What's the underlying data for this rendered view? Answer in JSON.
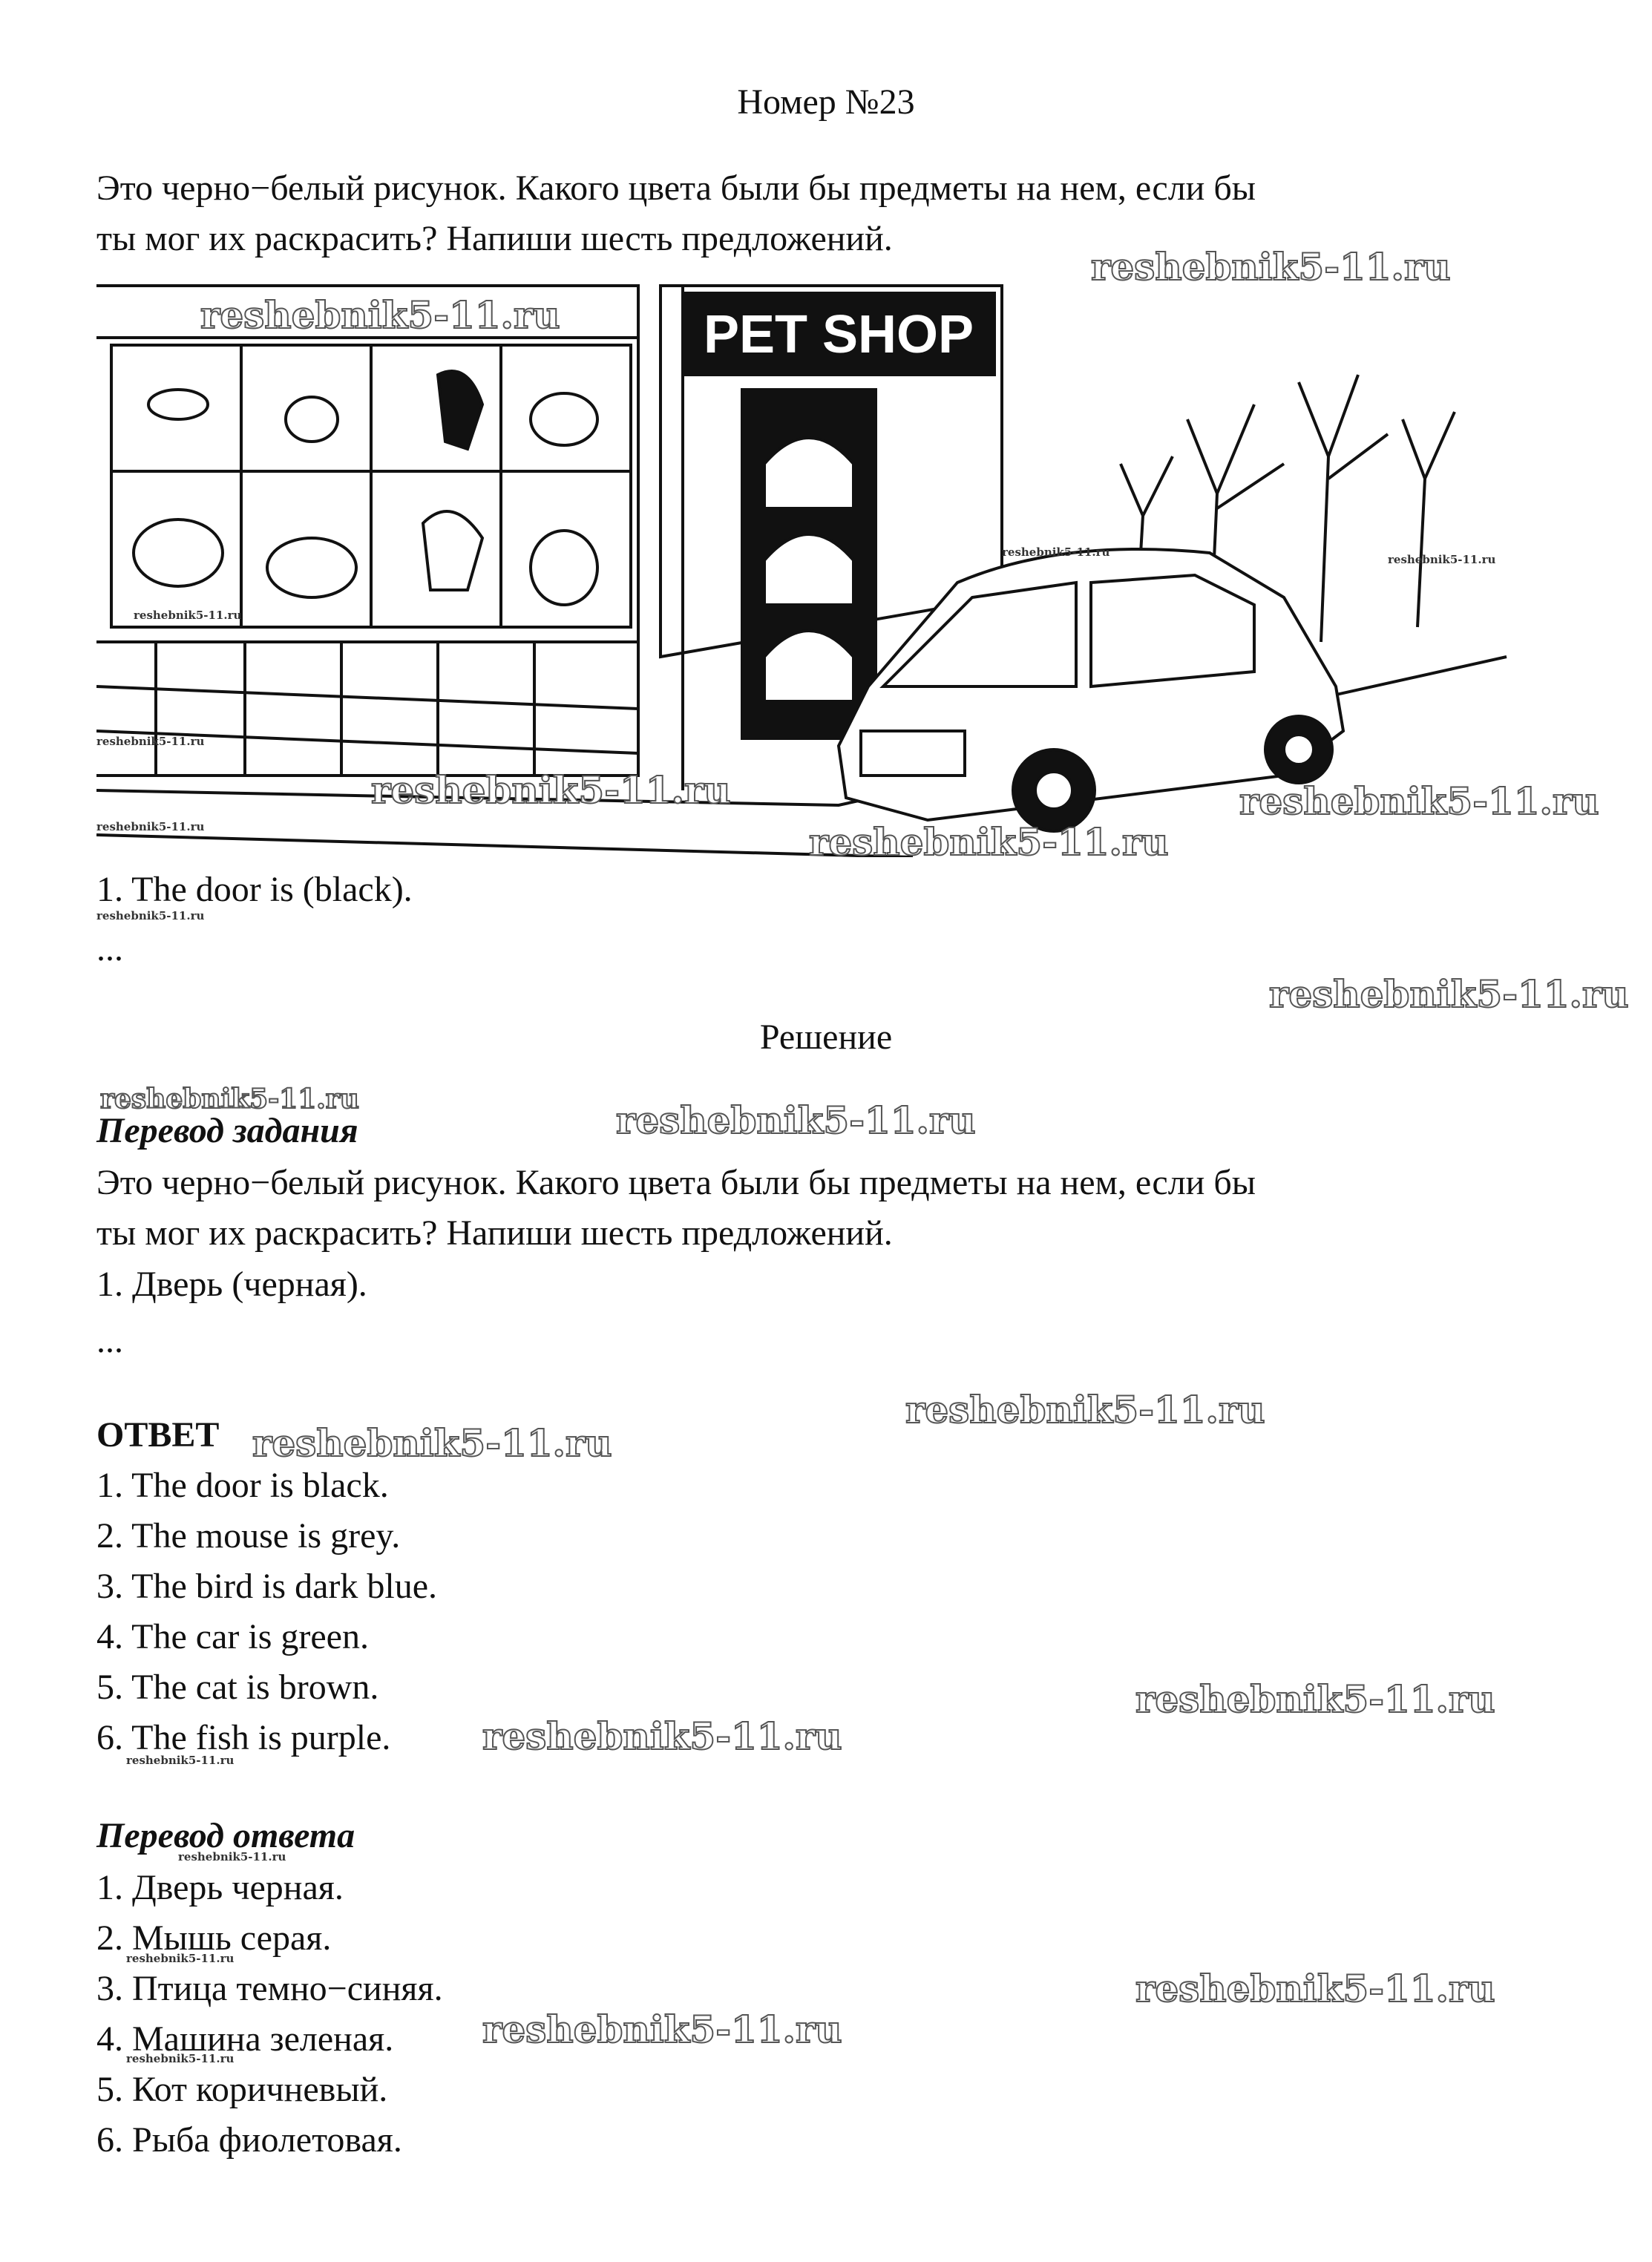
{
  "header": {
    "title": "Номер №23"
  },
  "task": {
    "text": "Это черно−белый рисунок. Какого цвета были бы предметы на нем, если бы\nты мог их раскрасить? Напиши шесть предложений.",
    "sign": "PET SHOP",
    "example": "1. The door is (black).",
    "ellipsis": "..."
  },
  "solution": {
    "heading": "Решение",
    "translation_heading": "Перевод задания",
    "translation_text": "Это черно−белый рисунок. Какого цвета были бы предметы на нем, если бы\nты мог их раскрасить? Напиши шесть предложений.",
    "translation_example": "1. Дверь (черная).",
    "translation_ellipsis": "...",
    "answer_heading": "ОТВЕТ",
    "answers": [
      "1. The door is black.",
      "2. The mouse is grey.",
      "3. The bird is dark blue.",
      "4. The car is green.",
      "5. The cat is brown.",
      "6. The fish is purple."
    ],
    "answer_translation_heading": "Перевод ответа",
    "answer_translations": [
      "1. Дверь черная.",
      "2. Мышь серая.",
      "3. Птица темно−синяя.",
      "4. Машина зеленая.",
      "5. Кот коричневый.",
      "6. Рыба фиолетовая."
    ]
  },
  "watermark": {
    "text": "reshebnik5-11.ru"
  }
}
